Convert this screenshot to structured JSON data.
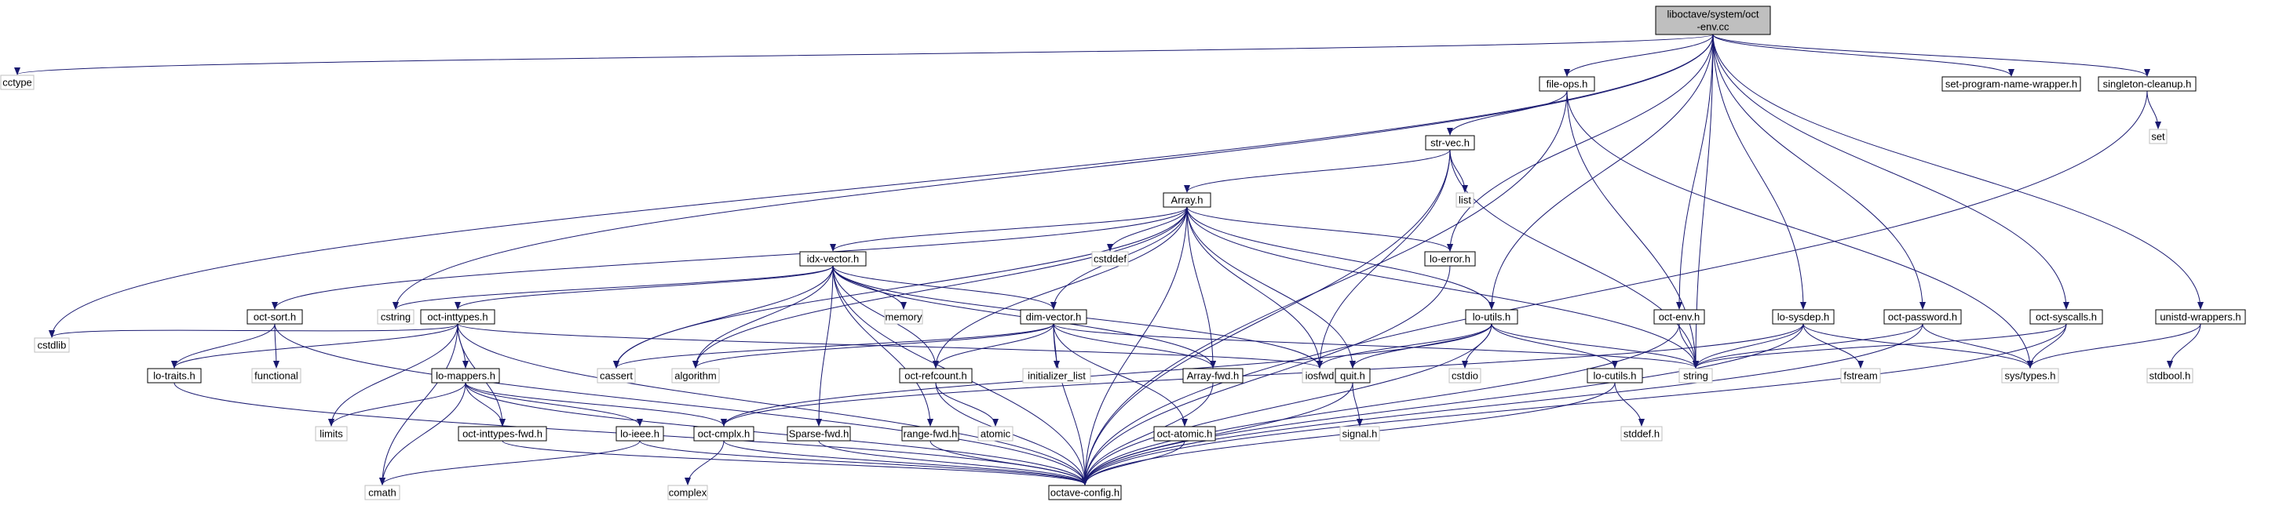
{
  "title": "liboctave/system/oct-env.cc",
  "colors": {
    "edge": "#191970",
    "focus_fill": "#bfbfbf",
    "node_border": "#000000",
    "leaf_border": "#bfbfbf",
    "text": "#000000"
  },
  "nodes": [
    {
      "id": "root",
      "label": [
        "liboctave/system/oct",
        "-env.cc"
      ],
      "kind": "focus"
    },
    {
      "id": "cctype",
      "label": [
        "cctype"
      ],
      "kind": "leaf"
    },
    {
      "id": "cstdlib",
      "label": [
        "cstdlib"
      ],
      "kind": "leaf"
    },
    {
      "id": "file-ops.h",
      "label": [
        "file-ops.h"
      ],
      "kind": "header"
    },
    {
      "id": "set-program-name-wrapper.h",
      "label": [
        "set-program-name-wrapper.h"
      ],
      "kind": "header"
    },
    {
      "id": "singleton-cleanup.h",
      "label": [
        "singleton-cleanup.h"
      ],
      "kind": "header"
    },
    {
      "id": "set",
      "label": [
        "set"
      ],
      "kind": "leaf"
    },
    {
      "id": "str-vec.h",
      "label": [
        "str-vec.h"
      ],
      "kind": "header"
    },
    {
      "id": "list",
      "label": [
        "list"
      ],
      "kind": "leaf"
    },
    {
      "id": "Array.h",
      "label": [
        "Array.h"
      ],
      "kind": "header"
    },
    {
      "id": "cstddef",
      "label": [
        "cstddef"
      ],
      "kind": "leaf"
    },
    {
      "id": "lo-error.h",
      "label": [
        "lo-error.h"
      ],
      "kind": "header"
    },
    {
      "id": "idx-vector.h",
      "label": [
        "idx-vector.h"
      ],
      "kind": "header"
    },
    {
      "id": "oct-sort.h",
      "label": [
        "oct-sort.h"
      ],
      "kind": "header"
    },
    {
      "id": "cstring",
      "label": [
        "cstring"
      ],
      "kind": "leaf"
    },
    {
      "id": "memory",
      "label": [
        "memory"
      ],
      "kind": "leaf"
    },
    {
      "id": "oct-inttypes.h",
      "label": [
        "oct-inttypes.h"
      ],
      "kind": "header"
    },
    {
      "id": "dim-vector.h",
      "label": [
        "dim-vector.h"
      ],
      "kind": "header"
    },
    {
      "id": "lo-utils.h",
      "label": [
        "lo-utils.h"
      ],
      "kind": "header"
    },
    {
      "id": "oct-env.h",
      "label": [
        "oct-env.h"
      ],
      "kind": "header"
    },
    {
      "id": "lo-sysdep.h",
      "label": [
        "lo-sysdep.h"
      ],
      "kind": "header"
    },
    {
      "id": "oct-password.h",
      "label": [
        "oct-password.h"
      ],
      "kind": "header"
    },
    {
      "id": "oct-syscalls.h",
      "label": [
        "oct-syscalls.h"
      ],
      "kind": "header"
    },
    {
      "id": "unistd-wrappers.h",
      "label": [
        "unistd-wrappers.h"
      ],
      "kind": "header"
    },
    {
      "id": "functional",
      "label": [
        "functional"
      ],
      "kind": "leaf"
    },
    {
      "id": "lo-traits.h",
      "label": [
        "lo-traits.h"
      ],
      "kind": "header"
    },
    {
      "id": "lo-mappers.h",
      "label": [
        "lo-mappers.h"
      ],
      "kind": "header"
    },
    {
      "id": "cassert",
      "label": [
        "cassert"
      ],
      "kind": "leaf"
    },
    {
      "id": "algorithm",
      "label": [
        "algorithm"
      ],
      "kind": "leaf"
    },
    {
      "id": "oct-refcount.h",
      "label": [
        "oct-refcount.h"
      ],
      "kind": "header"
    },
    {
      "id": "initializer_list",
      "label": [
        "initializer_list"
      ],
      "kind": "leaf"
    },
    {
      "id": "Array-fwd.h",
      "label": [
        "Array-fwd.h"
      ],
      "kind": "header"
    },
    {
      "id": "iosfwd",
      "label": [
        "iosfwd"
      ],
      "kind": "leaf"
    },
    {
      "id": "cstdio",
      "label": [
        "cstdio"
      ],
      "kind": "leaf"
    },
    {
      "id": "quit.h",
      "label": [
        "quit.h"
      ],
      "kind": "header"
    },
    {
      "id": "lo-cutils.h",
      "label": [
        "lo-cutils.h"
      ],
      "kind": "header"
    },
    {
      "id": "string",
      "label": [
        "string"
      ],
      "kind": "leaf"
    },
    {
      "id": "fstream",
      "label": [
        "fstream"
      ],
      "kind": "leaf"
    },
    {
      "id": "sys/types.h",
      "label": [
        "sys/types.h"
      ],
      "kind": "leaf"
    },
    {
      "id": "stdbool.h",
      "label": [
        "stdbool.h"
      ],
      "kind": "leaf"
    },
    {
      "id": "limits",
      "label": [
        "limits"
      ],
      "kind": "leaf"
    },
    {
      "id": "oct-inttypes-fwd.h",
      "label": [
        "oct-inttypes-fwd.h"
      ],
      "kind": "header"
    },
    {
      "id": "lo-ieee.h",
      "label": [
        "lo-ieee.h"
      ],
      "kind": "header"
    },
    {
      "id": "oct-cmplx.h",
      "label": [
        "oct-cmplx.h"
      ],
      "kind": "header"
    },
    {
      "id": "Sparse-fwd.h",
      "label": [
        "Sparse-fwd.h"
      ],
      "kind": "header"
    },
    {
      "id": "range-fwd.h",
      "label": [
        "range-fwd.h"
      ],
      "kind": "header"
    },
    {
      "id": "atomic",
      "label": [
        "atomic"
      ],
      "kind": "leaf"
    },
    {
      "id": "oct-atomic.h",
      "label": [
        "oct-atomic.h"
      ],
      "kind": "header"
    },
    {
      "id": "signal.h",
      "label": [
        "signal.h"
      ],
      "kind": "leaf"
    },
    {
      "id": "stddef.h",
      "label": [
        "stddef.h"
      ],
      "kind": "leaf"
    },
    {
      "id": "cmath",
      "label": [
        "cmath"
      ],
      "kind": "leaf"
    },
    {
      "id": "complex",
      "label": [
        "complex"
      ],
      "kind": "leaf"
    },
    {
      "id": "octave-config.h",
      "label": [
        "octave-config.h"
      ],
      "kind": "header"
    }
  ],
  "edges": [
    [
      "root",
      "cctype"
    ],
    [
      "root",
      "cstdlib"
    ],
    [
      "root",
      "file-ops.h"
    ],
    [
      "root",
      "set-program-name-wrapper.h"
    ],
    [
      "root",
      "singleton-cleanup.h"
    ],
    [
      "root",
      "cstring"
    ],
    [
      "root",
      "lo-utils.h"
    ],
    [
      "root",
      "lo-error.h"
    ],
    [
      "root",
      "oct-env.h"
    ],
    [
      "root",
      "lo-sysdep.h"
    ],
    [
      "root",
      "oct-password.h"
    ],
    [
      "root",
      "oct-syscalls.h"
    ],
    [
      "root",
      "unistd-wrappers.h"
    ],
    [
      "root",
      "string"
    ],
    [
      "singleton-cleanup.h",
      "set"
    ],
    [
      "singleton-cleanup.h",
      "octave-config.h"
    ],
    [
      "file-ops.h",
      "str-vec.h"
    ],
    [
      "file-ops.h",
      "string"
    ],
    [
      "file-ops.h",
      "sys/types.h"
    ],
    [
      "file-ops.h",
      "octave-config.h"
    ],
    [
      "str-vec.h",
      "list"
    ],
    [
      "str-vec.h",
      "Array.h"
    ],
    [
      "str-vec.h",
      "iosfwd"
    ],
    [
      "str-vec.h",
      "string"
    ],
    [
      "str-vec.h",
      "octave-config.h"
    ],
    [
      "Array.h",
      "cstddef"
    ],
    [
      "Array.h",
      "lo-error.h"
    ],
    [
      "Array.h",
      "idx-vector.h"
    ],
    [
      "Array.h",
      "oct-sort.h"
    ],
    [
      "Array.h",
      "cassert"
    ],
    [
      "Array.h",
      "algorithm"
    ],
    [
      "Array.h",
      "oct-refcount.h"
    ],
    [
      "Array.h",
      "dim-vector.h"
    ],
    [
      "Array.h",
      "Array-fwd.h"
    ],
    [
      "Array.h",
      "iosfwd"
    ],
    [
      "Array.h",
      "lo-utils.h"
    ],
    [
      "Array.h",
      "quit.h"
    ],
    [
      "Array.h",
      "string"
    ],
    [
      "Array.h",
      "octave-config.h"
    ],
    [
      "idx-vector.h",
      "cstring"
    ],
    [
      "idx-vector.h",
      "memory"
    ],
    [
      "idx-vector.h",
      "oct-inttypes.h"
    ],
    [
      "idx-vector.h",
      "dim-vector.h"
    ],
    [
      "idx-vector.h",
      "cassert"
    ],
    [
      "idx-vector.h",
      "algorithm"
    ],
    [
      "idx-vector.h",
      "oct-refcount.h"
    ],
    [
      "idx-vector.h",
      "Array-fwd.h"
    ],
    [
      "idx-vector.h",
      "iosfwd"
    ],
    [
      "idx-vector.h",
      "Sparse-fwd.h"
    ],
    [
      "idx-vector.h",
      "range-fwd.h"
    ],
    [
      "idx-vector.h",
      "octave-config.h"
    ],
    [
      "oct-sort.h",
      "functional"
    ],
    [
      "oct-sort.h",
      "lo-traits.h"
    ],
    [
      "oct-sort.h",
      "octave-config.h"
    ],
    [
      "oct-inttypes.h",
      "cstdlib"
    ],
    [
      "oct-inttypes.h",
      "lo-traits.h"
    ],
    [
      "oct-inttypes.h",
      "lo-mappers.h"
    ],
    [
      "oct-inttypes.h",
      "limits"
    ],
    [
      "oct-inttypes.h",
      "oct-inttypes-fwd.h"
    ],
    [
      "oct-inttypes.h",
      "iosfwd"
    ],
    [
      "oct-inttypes.h",
      "cmath"
    ],
    [
      "oct-inttypes.h",
      "octave-config.h"
    ],
    [
      "dim-vector.h",
      "cassert"
    ],
    [
      "dim-vector.h",
      "algorithm"
    ],
    [
      "dim-vector.h",
      "oct-refcount.h"
    ],
    [
      "dim-vector.h",
      "initializer_list"
    ],
    [
      "dim-vector.h",
      "Array-fwd.h"
    ],
    [
      "dim-vector.h",
      "oct-atomic.h"
    ],
    [
      "dim-vector.h",
      "string"
    ],
    [
      "dim-vector.h",
      "octave-config.h"
    ],
    [
      "lo-utils.h",
      "iosfwd"
    ],
    [
      "lo-utils.h",
      "cstdio"
    ],
    [
      "lo-utils.h",
      "quit.h"
    ],
    [
      "lo-utils.h",
      "lo-cutils.h"
    ],
    [
      "lo-utils.h",
      "oct-cmplx.h"
    ],
    [
      "lo-utils.h",
      "string"
    ],
    [
      "lo-utils.h",
      "octave-config.h"
    ],
    [
      "lo-error.h",
      "octave-config.h"
    ],
    [
      "oct-env.h",
      "string"
    ],
    [
      "oct-env.h",
      "octave-config.h"
    ],
    [
      "lo-sysdep.h",
      "string"
    ],
    [
      "lo-sysdep.h",
      "fstream"
    ],
    [
      "lo-sysdep.h",
      "sys/types.h"
    ],
    [
      "lo-sysdep.h",
      "oct-cmplx.h"
    ],
    [
      "lo-sysdep.h",
      "octave-config.h"
    ],
    [
      "oct-password.h",
      "string"
    ],
    [
      "oct-password.h",
      "sys/types.h"
    ],
    [
      "oct-password.h",
      "octave-config.h"
    ],
    [
      "oct-syscalls.h",
      "string"
    ],
    [
      "oct-syscalls.h",
      "sys/types.h"
    ],
    [
      "oct-syscalls.h",
      "octave-config.h"
    ],
    [
      "unistd-wrappers.h",
      "sys/types.h"
    ],
    [
      "unistd-wrappers.h",
      "stdbool.h"
    ],
    [
      "lo-traits.h",
      "octave-config.h"
    ],
    [
      "lo-mappers.h",
      "limits"
    ],
    [
      "lo-mappers.h",
      "oct-inttypes-fwd.h"
    ],
    [
      "lo-mappers.h",
      "lo-ieee.h"
    ],
    [
      "lo-mappers.h",
      "oct-cmplx.h"
    ],
    [
      "lo-mappers.h",
      "cmath"
    ],
    [
      "lo-mappers.h",
      "octave-config.h"
    ],
    [
      "oct-refcount.h",
      "atomic"
    ],
    [
      "oct-refcount.h",
      "octave-config.h"
    ],
    [
      "Array-fwd.h",
      "octave-config.h"
    ],
    [
      "quit.h",
      "signal.h"
    ],
    [
      "quit.h",
      "octave-config.h"
    ],
    [
      "lo-cutils.h",
      "stddef.h"
    ],
    [
      "lo-cutils.h",
      "octave-config.h"
    ],
    [
      "oct-inttypes-fwd.h",
      "octave-config.h"
    ],
    [
      "lo-ieee.h",
      "cmath"
    ],
    [
      "lo-ieee.h",
      "octave-config.h"
    ],
    [
      "oct-cmplx.h",
      "complex"
    ],
    [
      "oct-cmplx.h",
      "octave-config.h"
    ],
    [
      "Sparse-fwd.h",
      "octave-config.h"
    ],
    [
      "range-fwd.h",
      "octave-config.h"
    ],
    [
      "oct-atomic.h",
      "octave-config.h"
    ]
  ]
}
